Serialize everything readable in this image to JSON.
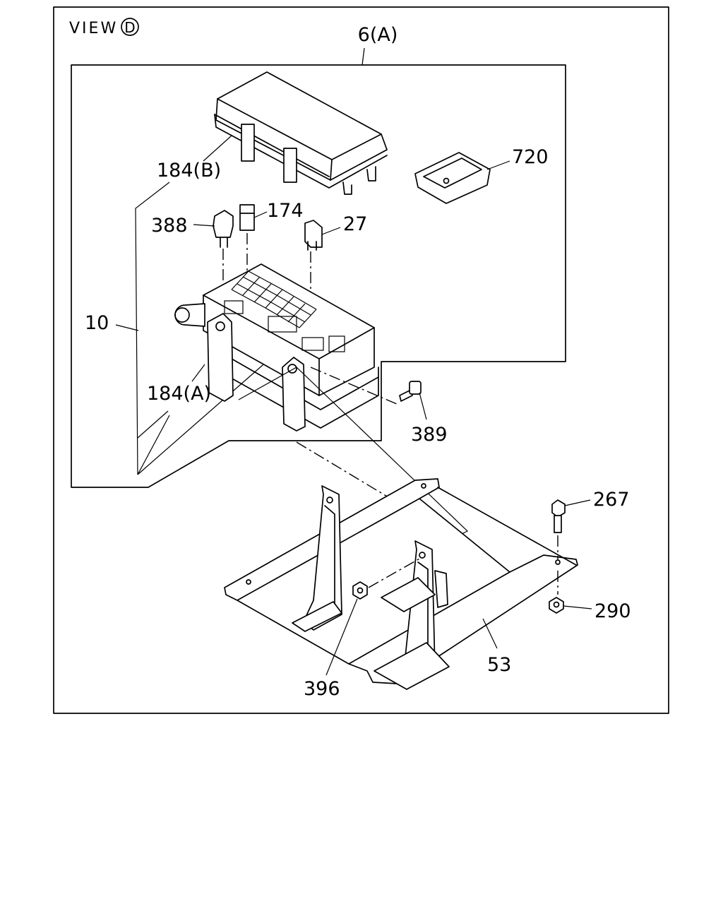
{
  "view": {
    "label": "VIEW",
    "marker": "D"
  },
  "callouts": {
    "assembly": "6(A)",
    "cover_lock_b": "184(B)",
    "clip": "720",
    "relay": "388",
    "fuse_small": "174",
    "fuse": "27",
    "fuse_box": "10",
    "cover_lock_a": "184(A)",
    "screw": "389",
    "bolt": "267",
    "nut_right": "290",
    "nut_left": "396",
    "bracket": "53"
  }
}
